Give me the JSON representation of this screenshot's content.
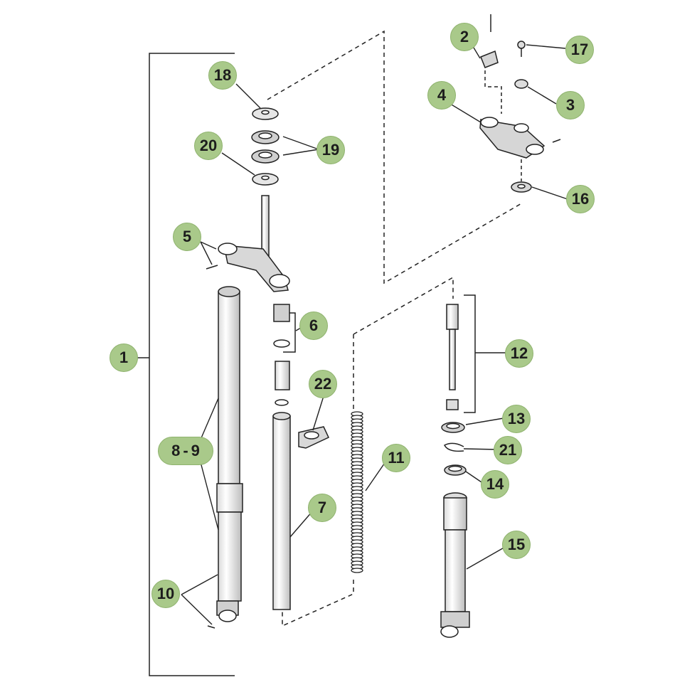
{
  "colors": {
    "callout_fill": "#a9c98a",
    "line": "#222222",
    "background": "#ffffff"
  },
  "labels": {
    "l1": "1",
    "l2": "2",
    "l3": "3",
    "l4": "4",
    "l5": "5",
    "l6": "6",
    "l7": "7",
    "l8": "8",
    "l8_dash": "-",
    "l9": "9",
    "l10": "10",
    "l11": "11",
    "l12": "12",
    "l13": "13",
    "l14": "14",
    "l15": "15",
    "l16": "16",
    "l17": "17",
    "l18": "18",
    "l19": "19",
    "l20": "20",
    "l21": "21",
    "l22": "22"
  }
}
